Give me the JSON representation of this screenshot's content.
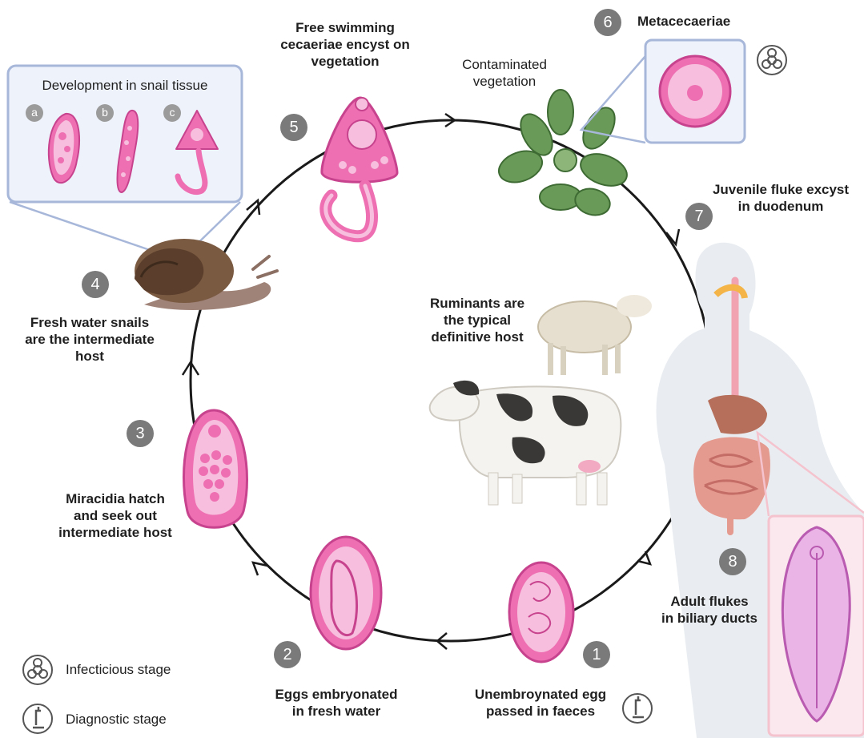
{
  "colors": {
    "cycle_line": "#1a1a1a",
    "stage_pink": "#ee6fb2",
    "stage_pink_light": "#f7bfdd",
    "inset_border": "#a7b7da",
    "inset_fill": "#eef2fb",
    "number_badge": "#7a7a7a",
    "fluke_inset_fill": "#fbe7ee"
  },
  "stages": [
    {
      "number": "1",
      "lines": [
        "Unembroynated egg",
        "passed in faeces"
      ],
      "icon": "microscope-icon"
    },
    {
      "number": "2",
      "lines": [
        "Eggs embryonated",
        "in fresh water"
      ]
    },
    {
      "number": "3",
      "lines": [
        "Miracidia hatch",
        "and seek out",
        "intermediate host"
      ]
    },
    {
      "number": "4",
      "lines": [
        "Fresh water snails",
        "are the intermediate",
        "host"
      ]
    },
    {
      "number": "5",
      "lines": [
        "Free swimming",
        "cecaeriae encyst on",
        "vegetation"
      ]
    },
    {
      "number": "6",
      "lines": [
        "Metacecaeriae"
      ],
      "icon": "biohazard-icon"
    },
    {
      "number": "7",
      "lines": [
        "Juvenile fluke excyst",
        "in duodenum"
      ]
    },
    {
      "number": "8",
      "lines": [
        "Adult flukes",
        "in biliary ducts"
      ]
    }
  ],
  "snail_inset": {
    "title": "Development in snail tissue",
    "letters": [
      "a",
      "b",
      "c"
    ]
  },
  "vegetation_label": [
    "Contaminated",
    "vegetation"
  ],
  "host_label": [
    "Ruminants are",
    "the typical",
    "definitive host"
  ],
  "legend": [
    {
      "label": "Infecticious stage",
      "icon": "biohazard-icon"
    },
    {
      "label": "Diagnostic stage",
      "icon": "microscope-icon"
    }
  ]
}
